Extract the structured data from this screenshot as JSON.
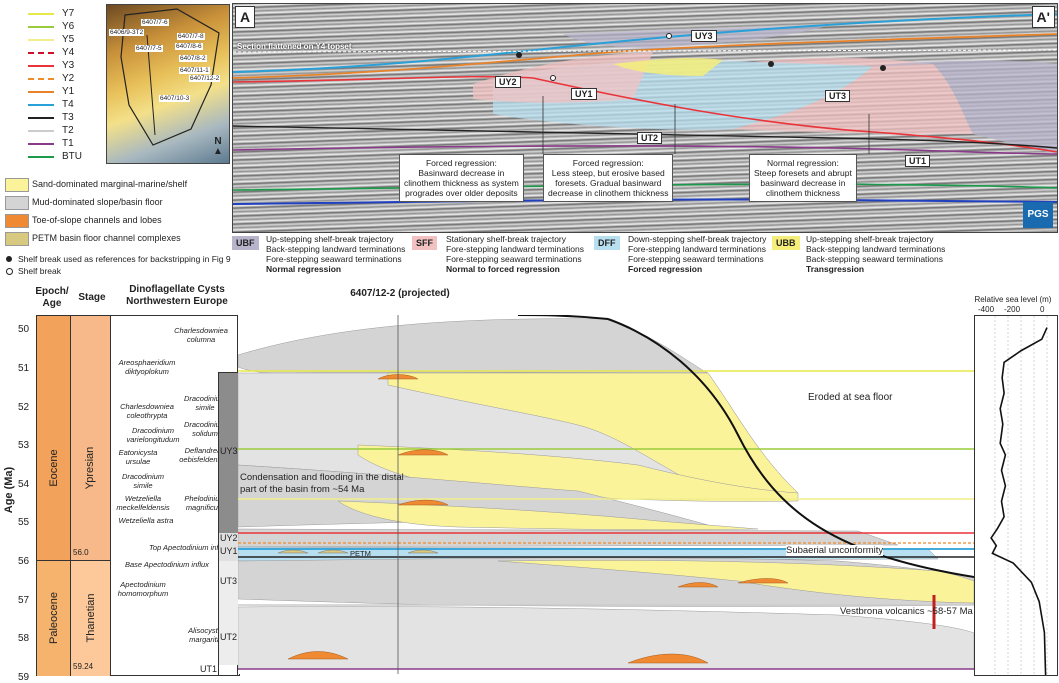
{
  "horizon_legend": [
    {
      "label": "Y7",
      "color": "#e8e84a",
      "style": "solid"
    },
    {
      "label": "Y6",
      "color": "#9acb3c",
      "style": "solid"
    },
    {
      "label": "Y5",
      "color": "#f2ee8c",
      "style": "solid"
    },
    {
      "label": "Y4",
      "color": "#d0102a",
      "style": "dashed"
    },
    {
      "label": "Y3",
      "color": "#e8343a",
      "style": "solid"
    },
    {
      "label": "Y2",
      "color": "#f08a2a",
      "style": "dashed"
    },
    {
      "label": "Y1",
      "color": "#e8832a",
      "style": "solid"
    },
    {
      "label": "T4",
      "color": "#2aa0d8",
      "style": "solid"
    },
    {
      "label": "T3",
      "color": "#222222",
      "style": "solid"
    },
    {
      "label": "T2",
      "color": "#cccccc",
      "style": "solid"
    },
    {
      "label": "T1",
      "color": "#8a3a8a",
      "style": "solid"
    },
    {
      "label": "BTU",
      "color": "#1a9a4a",
      "style": "solid"
    }
  ],
  "map": {
    "wells": [
      "6407/7-6",
      "6406/9-3T2",
      "6407/7-5",
      "6407/7-8",
      "6407/8-6",
      "6407/8-2",
      "6407/11-1",
      "6407/12-2",
      "6407/10-3"
    ],
    "north_label": "N"
  },
  "facies_legend": [
    {
      "label": "Sand-dominated marginal-marine/shelf",
      "color": "#fbf39a"
    },
    {
      "label": "Mud-dominated slope/basin floor",
      "color": "#d4d4d4"
    },
    {
      "label": "Toe-of-slope channels and lobes",
      "color": "#ef8a33"
    },
    {
      "label": "PETM basin floor channel complexes",
      "color": "#d8c980"
    }
  ],
  "symbol_legend": [
    {
      "label": "Shelf break used as references for backstripping in Fig 9",
      "symbol": "filled-circle"
    },
    {
      "label": "Shelf break",
      "symbol": "open-circle"
    }
  ],
  "seismic": {
    "corner_left": "A",
    "corner_right": "A'",
    "note": "Section flattened on Y4 topset",
    "units": [
      "UY3",
      "UY2",
      "UY1",
      "UT3",
      "UT2",
      "UT1"
    ],
    "callouts": [
      [
        "Forced regression:",
        "Basinward decrease in",
        "clinothem thickness as system",
        "progrades over older deposits"
      ],
      [
        "Forced regression:",
        "Less steep, but erosive based",
        "foresets. Gradual basinward",
        "decrease in clinothem thickness"
      ],
      [
        "Normal regression:",
        "Steep foresets and abrupt",
        "basinward decrease in",
        "clinothem thickness"
      ]
    ],
    "logo": "PGS"
  },
  "trajectories": [
    {
      "tag": "UBF",
      "color": "#b8b4cc",
      "lines": [
        "Up-stepping shelf-break trajectory",
        "Back-stepping landward terminations",
        "Fore-stepping seaward terminations"
      ],
      "bold": "Normal regression"
    },
    {
      "tag": "SFF",
      "color": "#f2c2c2",
      "lines": [
        "Stationary shelf-break trajectory",
        "Fore-stepping landward terminations",
        "Fore-stepping seaward terminations"
      ],
      "bold": "Normal to forced regression"
    },
    {
      "tag": "DFF",
      "color": "#b8dff0",
      "lines": [
        "Down-stepping shelf-break trajectory",
        "Fore-stepping landward terminations",
        "Fore-stepping seaward terminations"
      ],
      "bold": "Forced regression"
    },
    {
      "tag": "UBB",
      "color": "#f5ee7a",
      "lines": [
        "Up-stepping shelf-break trajectory",
        "Back-stepping landward terminations",
        "Back-stepping seaward terminations"
      ],
      "bold": "Transgression"
    }
  ],
  "chrono": {
    "headers": {
      "epoch": "Epoch/ Age",
      "stage": "Stage",
      "cysts": "Dinoflagellate Cysts Northwestern Europe",
      "well": "6407/12-2 (projected)",
      "sea_level": "Relative sea level (m)"
    },
    "y_axis_label": "Age (Ma)",
    "age_ticks": [
      50,
      51,
      52,
      53,
      54,
      55,
      56,
      57,
      58,
      59
    ],
    "epochs": [
      {
        "label": "Eocene"
      },
      {
        "label": "Paleocene"
      }
    ],
    "stages": [
      {
        "label": "Ypresian",
        "base_age": "56.0"
      },
      {
        "label": "Thanetian",
        "base_age": "59.24"
      }
    ],
    "cysts_left": [
      {
        "name": "Charlesdowniea columna"
      },
      {
        "name": "Areosphaeridium diktyoplokum"
      },
      {
        "name": "Charlesdowniea coleothrypta"
      },
      {
        "name": "Dracodinium varielongitudum"
      },
      {
        "name": "Eatonicysta ursulae"
      },
      {
        "name": "Dracodinium simile"
      },
      {
        "name": "Wetzeliella meckelfeldensis"
      },
      {
        "name": "Wetzeliella astra"
      },
      {
        "name": "Apectodinium homomorphum"
      }
    ],
    "cysts_right": [
      {
        "name": "Dracodinium simile"
      },
      {
        "name": "Dracodinium solidum"
      },
      {
        "name": "Deflandrea oebisfeldensis"
      },
      {
        "name": "Phelodinium magnificum"
      },
      {
        "name": "Top Apectodinium influx"
      },
      {
        "name": "Base Apectodinium influx"
      },
      {
        "name": "Alisocysta margarita"
      }
    ],
    "units": [
      "UY3",
      "UY2",
      "UY1",
      "UT3",
      "UT2",
      "UT1"
    ],
    "annotations": [
      "Eroded at sea floor",
      "Condensation and flooding in the distal part of the basin from ~54 Ma",
      "Subaerial unconformity",
      "PETM",
      "Vestbrona volcanics ~58-57 Ma"
    ],
    "sea_level_ticks": [
      "-400",
      "-200",
      "0"
    ],
    "sea_level_curve": [
      {
        "age": 49.9,
        "depth": 0
      },
      {
        "age": 50.2,
        "depth": -40
      },
      {
        "age": 50.5,
        "depth": -200
      },
      {
        "age": 50.8,
        "depth": -330
      },
      {
        "age": 51.2,
        "depth": -345
      },
      {
        "age": 51.6,
        "depth": -330
      },
      {
        "age": 52.0,
        "depth": -360
      },
      {
        "age": 52.4,
        "depth": -340
      },
      {
        "age": 52.9,
        "depth": -360
      },
      {
        "age": 53.2,
        "depth": -320
      },
      {
        "age": 53.6,
        "depth": -350
      },
      {
        "age": 54.0,
        "depth": -320
      },
      {
        "age": 54.4,
        "depth": -350
      },
      {
        "age": 54.8,
        "depth": -330
      },
      {
        "age": 55.1,
        "depth": -380
      },
      {
        "age": 55.35,
        "depth": -430
      },
      {
        "age": 55.55,
        "depth": -390
      },
      {
        "age": 55.75,
        "depth": -420
      },
      {
        "age": 56.0,
        "depth": -260
      },
      {
        "age": 56.5,
        "depth": -120
      },
      {
        "age": 57.0,
        "depth": -60
      },
      {
        "age": 57.8,
        "depth": -20
      },
      {
        "age": 59.0,
        "depth": -10
      }
    ]
  }
}
